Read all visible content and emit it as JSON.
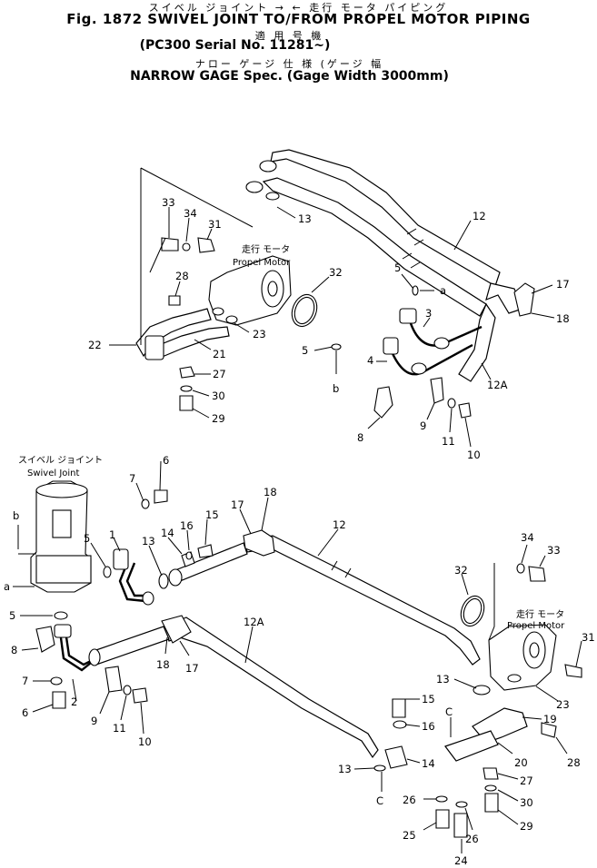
{
  "header": {
    "jp_title": "スイベル ジョイント → ← 走行 モータ パイピング",
    "title": "Fig. 1872 SWIVEL JOINT TO/FROM PROPEL MOTOR PIPING",
    "jp_applicable": "適 用 号 機",
    "serial": "(PC300 Serial No. 11281~)",
    "jp_spec": "ナロー ゲージ 仕 様 (ゲージ 幅",
    "spec": "NARROW GAGE Spec. (Gage Width 3000mm)"
  },
  "components": {
    "propel_motor_top_jp": "走行 モータ",
    "propel_motor_top": "Propel Motor",
    "propel_motor_bottom_jp": "走行 モータ",
    "propel_motor_bottom": "Propel Motor",
    "swivel_joint_jp": "スイベル ジョイント",
    "swivel_joint": "Swivel Joint"
  },
  "callouts": {
    "top": [
      "33",
      "34",
      "31",
      "13",
      "12",
      "32",
      "5",
      "a",
      "17",
      "18",
      "28",
      "3",
      "22",
      "21",
      "23",
      "5",
      "4",
      "b",
      "27",
      "30",
      "29",
      "12A",
      "9",
      "8",
      "11",
      "10"
    ],
    "bottom": [
      "6",
      "7",
      "1",
      "b",
      "5",
      "a",
      "5",
      "8",
      "2",
      "7",
      "6",
      "13",
      "14",
      "16",
      "15",
      "17",
      "18",
      "12",
      "12A",
      "18",
      "17",
      "9",
      "11",
      "10",
      "34",
      "33",
      "32",
      "31",
      "23",
      "13",
      "15",
      "16",
      "19",
      "28",
      "20",
      "27",
      "30",
      "29",
      "13",
      "C",
      "C",
      "14",
      "26",
      "25",
      "26",
      "24"
    ]
  }
}
